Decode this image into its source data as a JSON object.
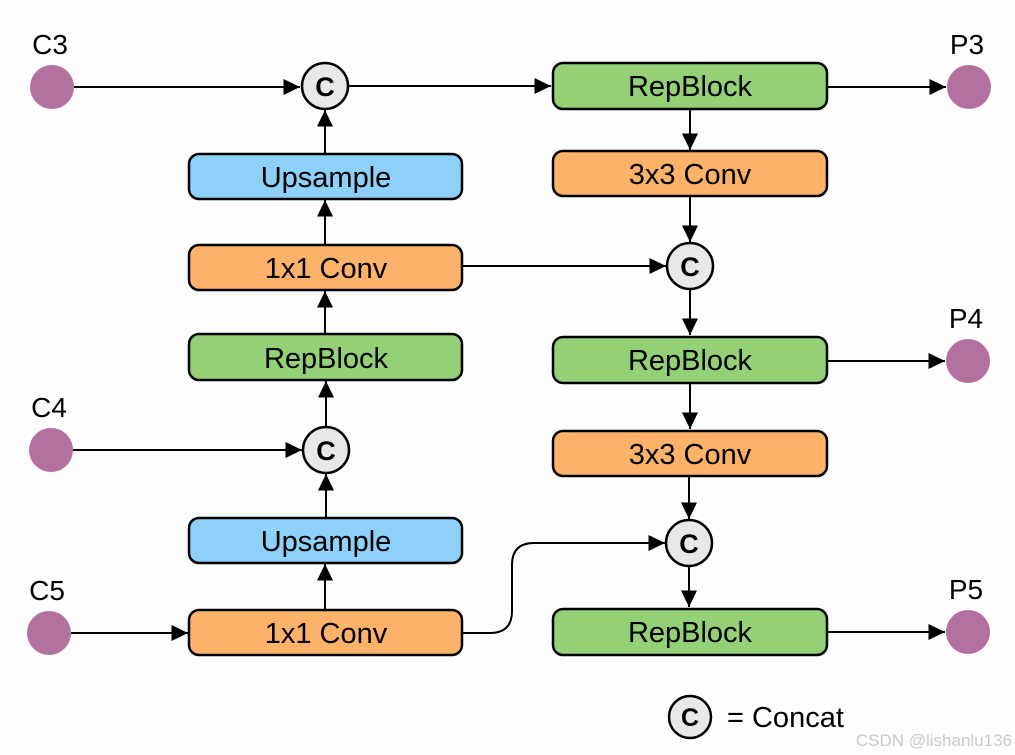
{
  "colors": {
    "background": "#fdfdfd",
    "line": "#000000",
    "text": "#000000",
    "input_output_node": "#b3719f",
    "repblock": "#93d076",
    "conv": "#fcb268",
    "upsample": "#8dd0f8",
    "concat": "#e8e8e8",
    "watermark": "#c6ccc8"
  },
  "nodes": {
    "inputs": [
      {
        "label": "C3"
      },
      {
        "label": "C4"
      },
      {
        "label": "C5"
      }
    ],
    "outputs": [
      {
        "label": "P3"
      },
      {
        "label": "P4"
      },
      {
        "label": "P5"
      }
    ]
  },
  "blocks": {
    "left_column": [
      {
        "label": "Upsample",
        "type": "upsample"
      },
      {
        "label": "1x1 Conv",
        "type": "conv"
      },
      {
        "label": "RepBlock",
        "type": "repblock"
      },
      {
        "label": "Upsample",
        "type": "upsample"
      },
      {
        "label": "1x1 Conv",
        "type": "conv"
      }
    ],
    "right_column": [
      {
        "label": "RepBlock",
        "type": "repblock"
      },
      {
        "label": "3x3 Conv",
        "type": "conv"
      },
      {
        "label": "RepBlock",
        "type": "repblock"
      },
      {
        "label": "3x3 Conv",
        "type": "conv"
      },
      {
        "label": "RepBlock",
        "type": "repblock"
      }
    ]
  },
  "concat_symbol": "C",
  "legend": {
    "symbol": "C",
    "label": "= Concat"
  },
  "watermark": "CSDN @lishanlu136"
}
